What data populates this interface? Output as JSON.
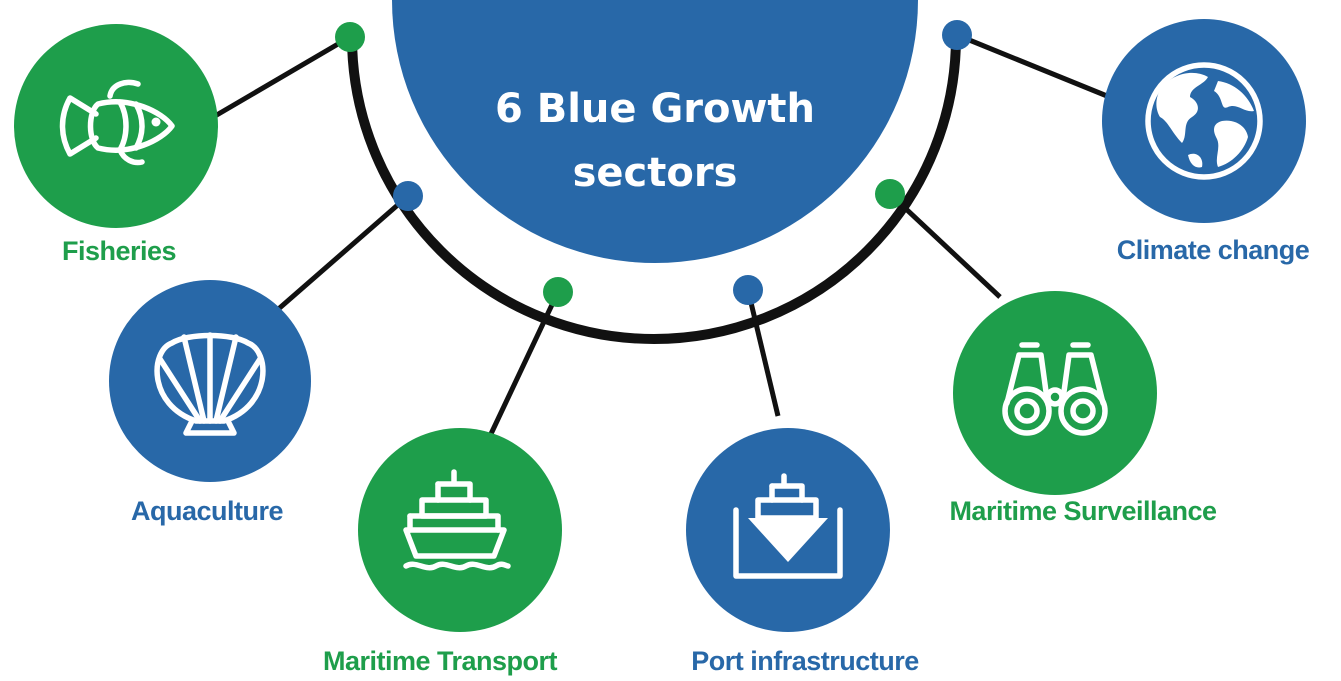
{
  "title": {
    "line1": "6 Blue Growth",
    "line2": "sectors"
  },
  "colors": {
    "green": "#1e9e4b",
    "blue": "#2868a8",
    "connector": "#111111",
    "background": "#ffffff"
  },
  "sectors": [
    {
      "label": "Fisheries",
      "icon": "fish-icon",
      "color": "green"
    },
    {
      "label": "Aquaculture",
      "icon": "shell-icon",
      "color": "blue"
    },
    {
      "label": "Maritime Transport",
      "icon": "ship-icon",
      "color": "green"
    },
    {
      "label": "Port infrastructure",
      "icon": "port-dock-icon",
      "color": "blue"
    },
    {
      "label": "Maritime Surveillance",
      "icon": "binoculars-icon",
      "color": "green"
    },
    {
      "label": "Climate change",
      "icon": "globe-icon",
      "color": "blue"
    }
  ]
}
